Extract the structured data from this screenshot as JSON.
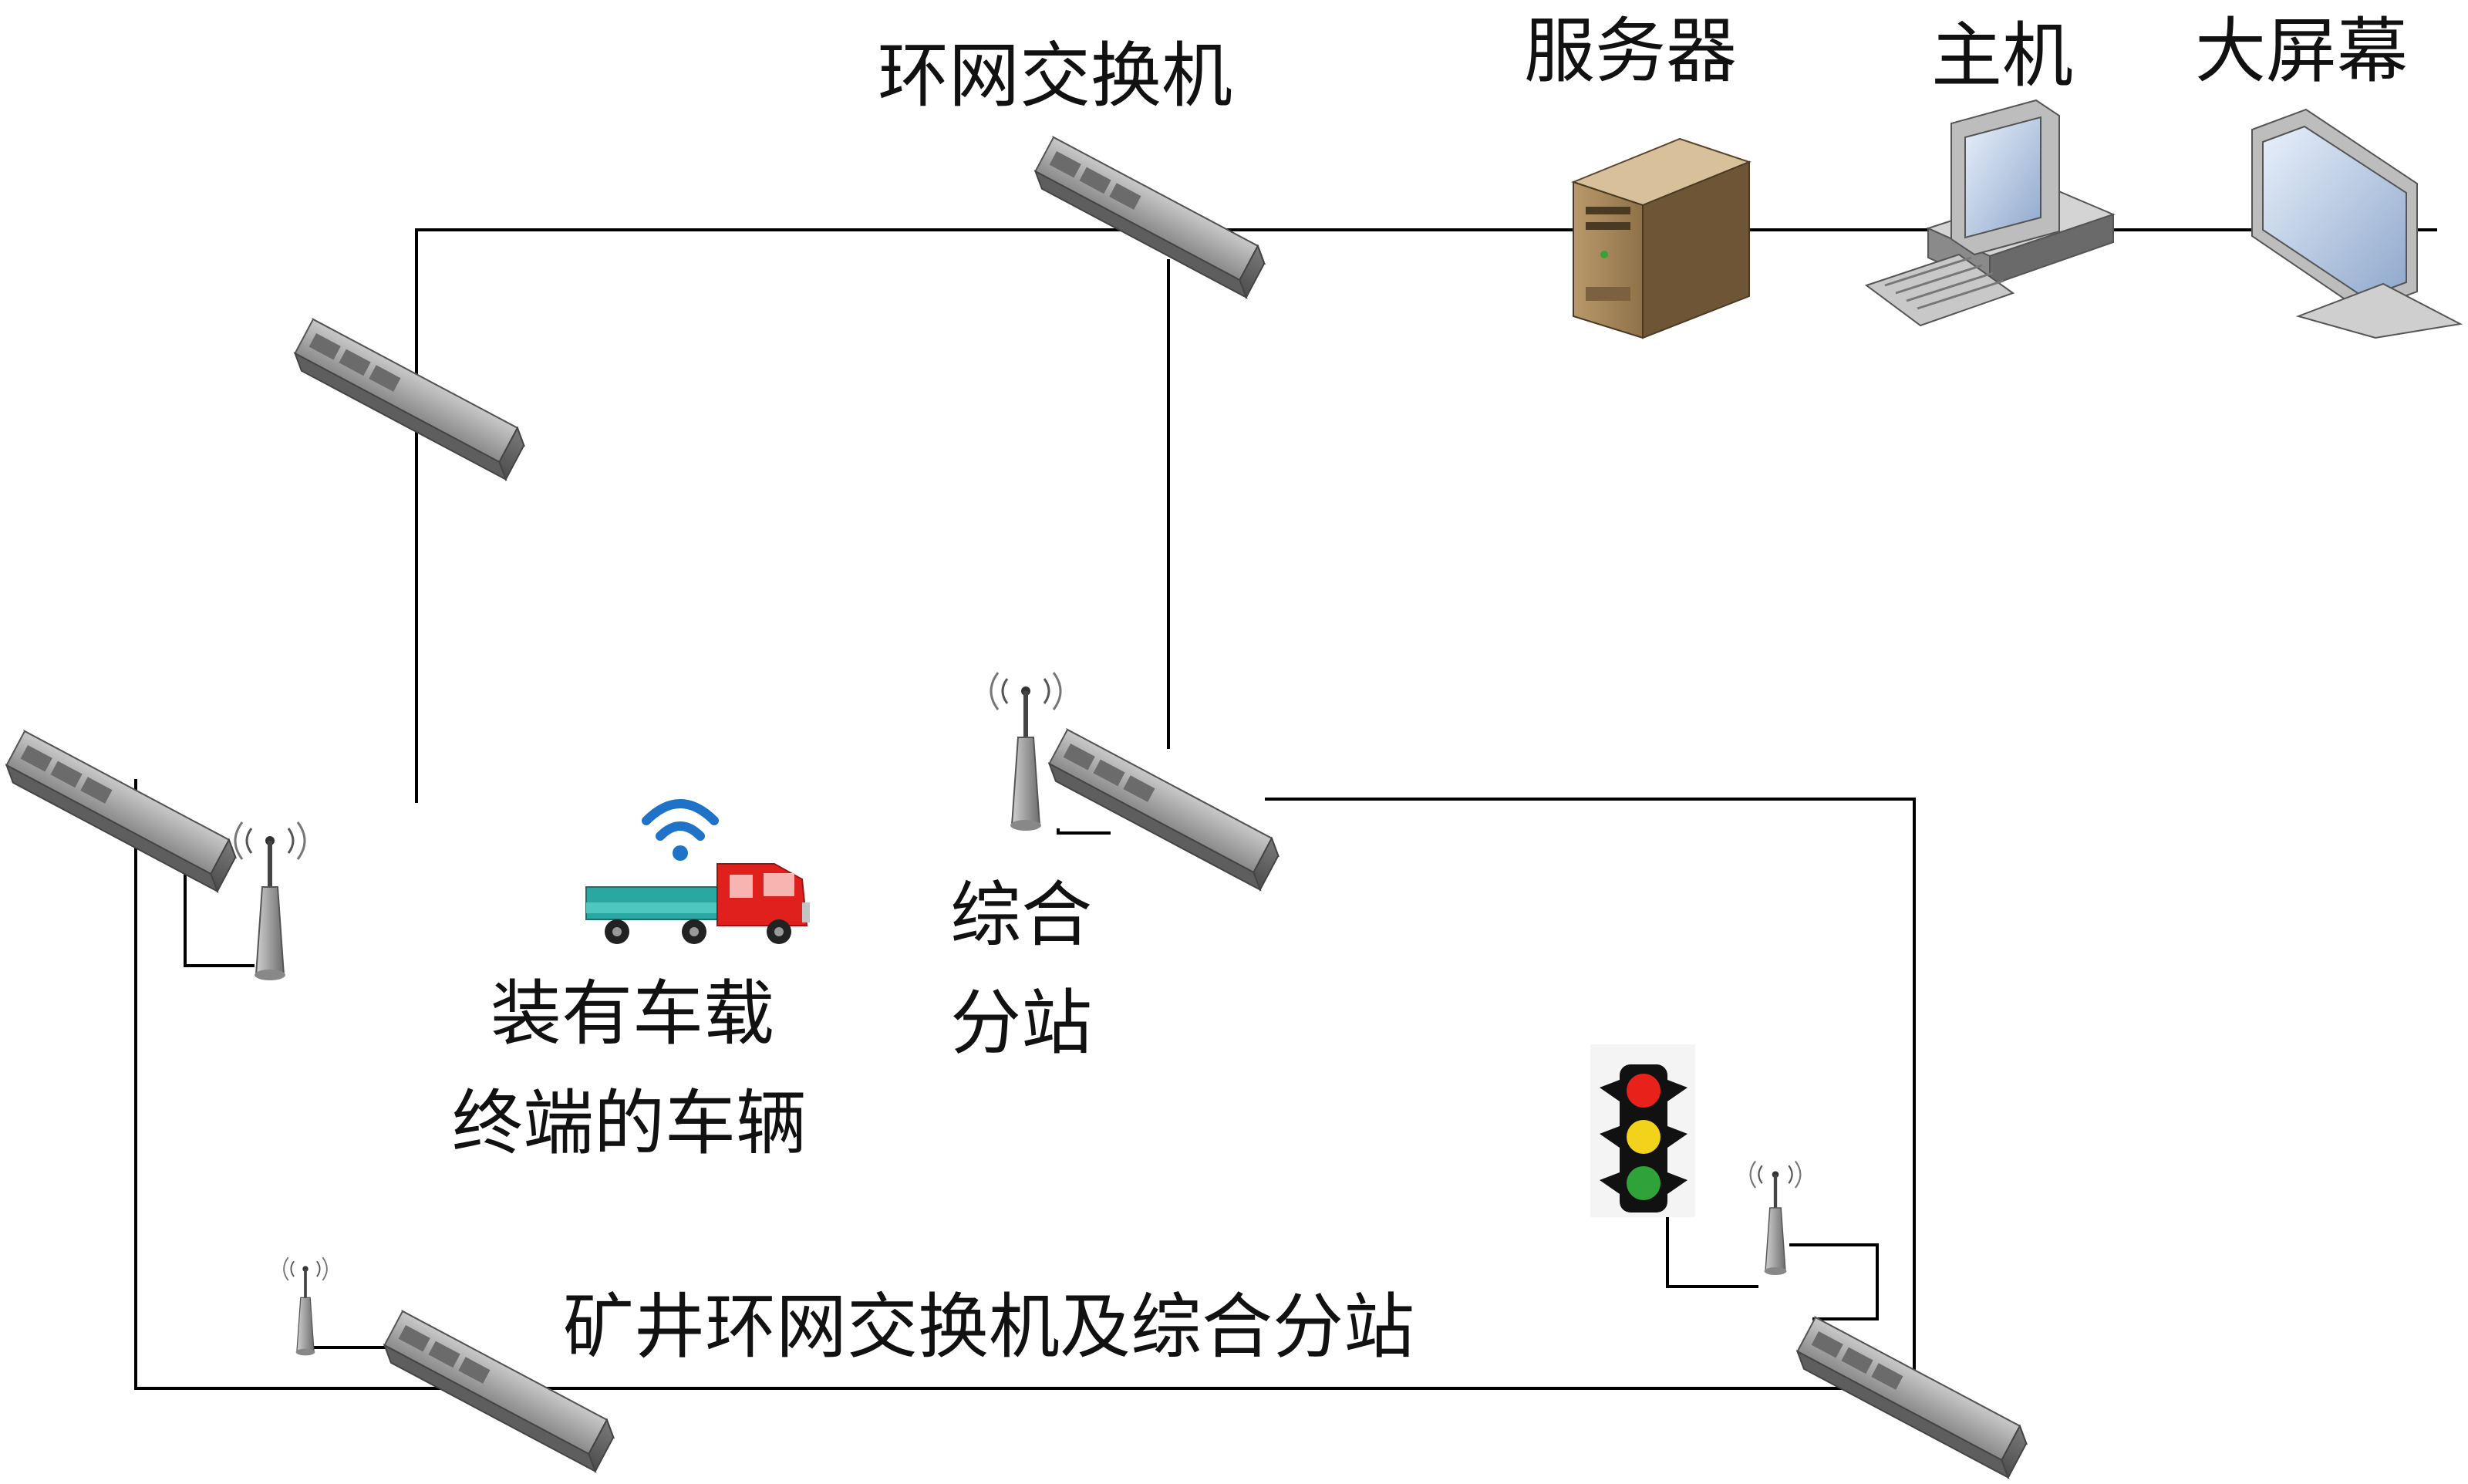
{
  "labels": {
    "ring_switch": "环网交换机",
    "server": "服务器",
    "host": "主机",
    "big_screen": "大屏幕",
    "substation_line1": "综合",
    "substation_line2": "分站",
    "vehicle_line1": "装有车载",
    "vehicle_line2": "终端的车辆",
    "mine_ring": "矿井环网交换机及综合分站"
  },
  "colors": {
    "line": "#000000",
    "switch_body": "#8f8f8f",
    "server_body": "#9c7f55",
    "truck_cab": "#e0201c",
    "truck_bed": "#2aa7a0",
    "wifi": "#1e73c8",
    "light_red": "#e8221b",
    "light_yellow": "#f2d21b",
    "light_green": "#2fa33a"
  },
  "icons": [
    "switch-icon",
    "server-icon",
    "computer-icon",
    "monitor-icon",
    "antenna-icon",
    "truck-icon",
    "wifi-icon",
    "traffic-light-icon"
  ]
}
